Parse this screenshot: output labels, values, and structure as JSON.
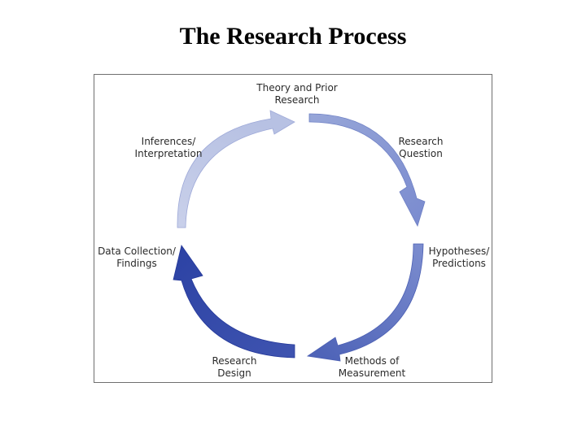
{
  "title": "The Research Process",
  "colors": {
    "arrow_theory_to_question": "#8b9bd2",
    "arrow_question_to_hypotheses": "#7f8fcf",
    "arrow_hypotheses_to_methods": "#5f73c2",
    "arrow_methods_to_design": "#3e52b0",
    "arrow_design_to_data": "#2f45a6",
    "arrow_inferences_to_theory": "#c3cbe8",
    "frame_border": "#6f6f6f"
  },
  "stages": {
    "theory": {
      "line1": "Theory and Prior",
      "line2": "Research"
    },
    "question": {
      "line1": "Research",
      "line2": "Question"
    },
    "hypotheses": {
      "line1": "Hypotheses/",
      "line2": "Predictions"
    },
    "methods": {
      "line1": "Methods of",
      "line2": "Measurement"
    },
    "design": {
      "line1": "Research",
      "line2": "Design"
    },
    "data": {
      "line1": "Data Collection/",
      "line2": "Findings"
    },
    "inferences": {
      "line1": "Inferences/",
      "line2": "Interpretation"
    }
  }
}
